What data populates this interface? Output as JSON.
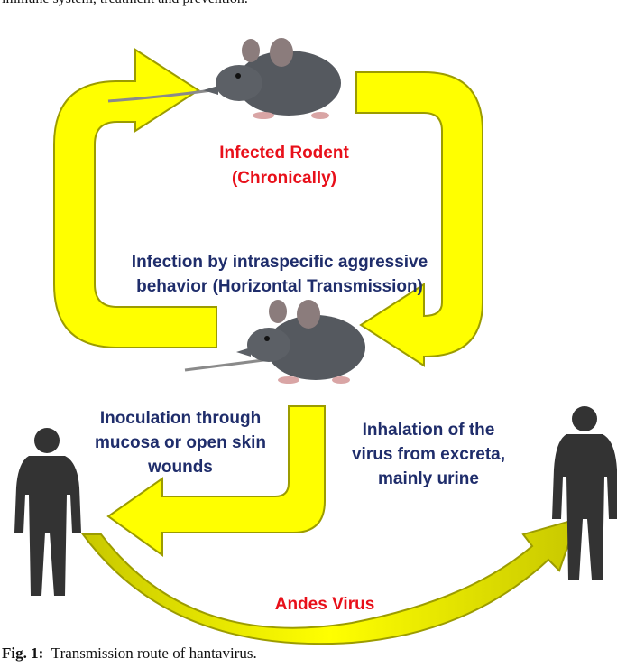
{
  "header_text": "immune system, treatment and prevention.",
  "labels": {
    "infected_rodent": "Infected Rodent\n(Chronically)",
    "intraspecific": "Infection by intraspecific  aggressive\nbehavior  (Horizontal Transmission)",
    "inoculation": "Inoculation through\nmucosa or open skin\nwounds",
    "inhalation": "Inhalation of  the\nvirus from excreta,\nmainly urine",
    "andes": "Andes Virus"
  },
  "caption": {
    "prefix": "Fig. 1:",
    "text": "Transmission route of hantavirus."
  },
  "colors": {
    "arrow_fill": "#ffff00",
    "arrow_stroke": "#9c9c00",
    "rodent": "#55595f",
    "silhouette": "#333333",
    "red_text": "#e8101a",
    "navy_text": "#1f2d6b"
  },
  "icons": [
    "rat-icon",
    "human-silhouette-icon"
  ]
}
